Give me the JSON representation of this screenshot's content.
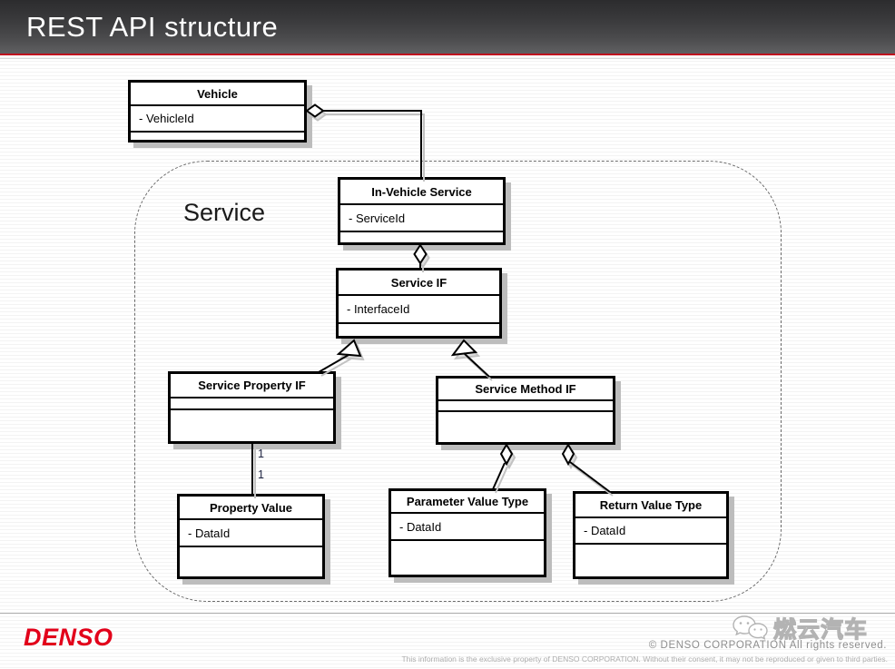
{
  "header": {
    "title": "REST API structure"
  },
  "diagram": {
    "group_label": "Service",
    "classes": {
      "vehicle": {
        "title": "Vehicle",
        "attribute": "- VehicleId"
      },
      "in_vehicle_service": {
        "title": "In-Vehicle Service",
        "attribute": "- ServiceId"
      },
      "service_if": {
        "title": "Service IF",
        "attribute": "- InterfaceId"
      },
      "service_property_if": {
        "title": "Service Property IF",
        "attribute": ""
      },
      "service_method_if": {
        "title": "Service Method IF",
        "attribute": ""
      },
      "property_value": {
        "title": "Property Value",
        "attribute": "- DataId"
      },
      "parameter_value_type": {
        "title": "Parameter Value Type",
        "attribute": "- DataId"
      },
      "return_value_type": {
        "title": "Return Value Type",
        "attribute": "- DataId"
      }
    },
    "multiplicities": {
      "upper": "1",
      "lower": "1"
    }
  },
  "footer": {
    "logo": "DENSO",
    "watermark": "燃云汽车",
    "copyright": "© DENSO CORPORATION All rights reserved.",
    "disclaimer": "This information is the exclusive property of DENSO CORPORATION.  Without their consent, it may not be reproduced or given to third parties."
  },
  "colors": {
    "accent_red": "#c00d1e",
    "logo_red": "#e2001a",
    "header_dark": "#39393b"
  }
}
